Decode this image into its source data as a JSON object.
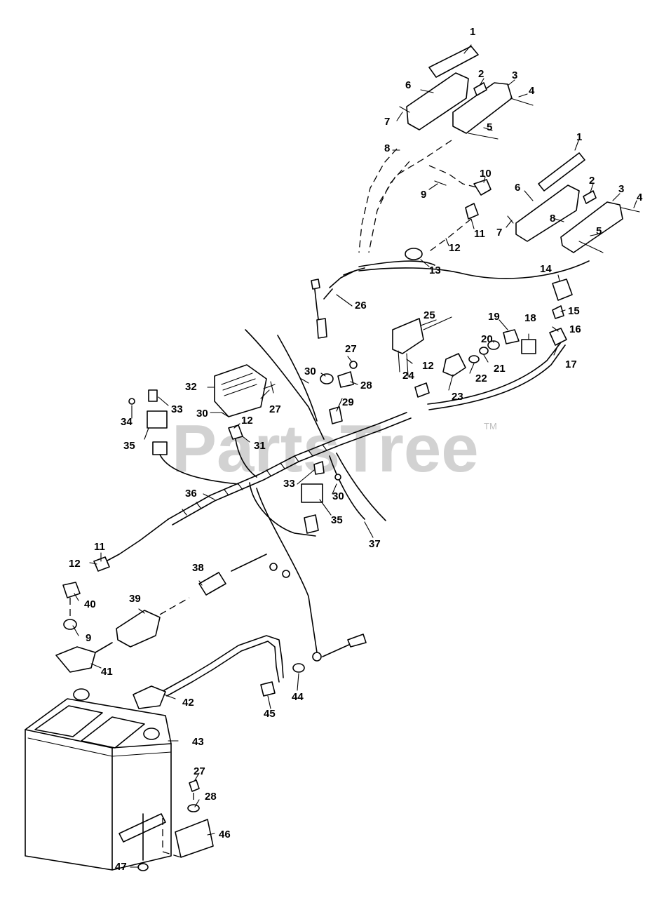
{
  "watermark": {
    "text": "PartsTree",
    "trademark": "TM",
    "color": "#d2d2d2"
  },
  "line_color": "#000000",
  "background": "#ffffff",
  "callouts": {
    "c1a": "1",
    "c2a": "2",
    "c3a": "3",
    "c4a": "4",
    "c5a": "5",
    "c6a": "6",
    "c7a": "7",
    "c8a": "8",
    "c1b": "1",
    "c2b": "2",
    "c3b": "3",
    "c4b": "4",
    "c5b": "5",
    "c6b": "6",
    "c7b": "7",
    "c8b": "8",
    "c9a": "9",
    "c10": "10",
    "c11a": "11",
    "c12a": "12",
    "c13": "13",
    "c14": "14",
    "c15": "15",
    "c16": "16",
    "c17": "17",
    "c18": "18",
    "c19": "19",
    "c20": "20",
    "c21": "21",
    "c22": "22",
    "c23": "23",
    "c24": "24",
    "c12b": "12",
    "c25": "25",
    "c26": "26",
    "c27a": "27",
    "c28a": "28",
    "c29": "29",
    "c30a": "30",
    "c30b": "30",
    "c32": "32",
    "c27b": "27",
    "c33a": "33",
    "c34": "34",
    "c35a": "35",
    "c12c": "12",
    "c31": "31",
    "c36": "36",
    "c33b": "33",
    "c30c": "30",
    "c35b": "35",
    "c37": "37",
    "c11b": "11",
    "c12d": "12",
    "c38": "38",
    "c40": "40",
    "c39": "39",
    "c9b": "9",
    "c41": "41",
    "c42": "42",
    "c44": "44",
    "c45": "45",
    "c43": "43",
    "c27c": "27",
    "c28b": "28",
    "c46": "46",
    "c47": "47"
  }
}
